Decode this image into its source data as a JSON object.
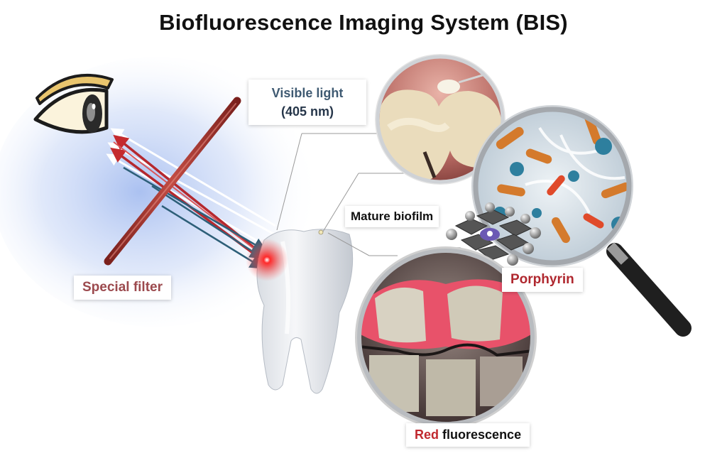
{
  "title": "Biofluorescence Imaging System (BIS)",
  "labels": {
    "visible_light": "Visible light",
    "wavelength": "(405 nm)",
    "special_filter": "Special filter",
    "mature_biofilm": "Mature biofilm",
    "porphyrin": "Porphyrin",
    "red_word": "Red",
    "fluorescence_word": "fluorescence"
  },
  "colors": {
    "visible_light_text": "#3f5a72",
    "filter_text": "#9c4a4e",
    "porphyrin_text": "#b0282f",
    "red_text": "#c0282e",
    "excitation_ray": "#2d5f78",
    "emission_ray": "#b5282e",
    "filter_rod": "#a03a34"
  },
  "icons": [
    "eye-icon",
    "filter-rod",
    "tooth-illustration",
    "magnifier-icon",
    "porphyrin-molecule"
  ]
}
